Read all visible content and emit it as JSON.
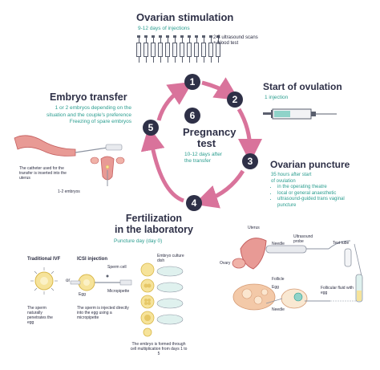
{
  "ovarian_stimulation": {
    "title": "Ovarian stimulation",
    "subtitle": "9-12 days of injections",
    "note_line1": "2-3 ultrasound scans",
    "note_line2": "+ blood test",
    "syringe_count": 12
  },
  "start_ovulation": {
    "title": "Start of ovulation",
    "subtitle": "1 injection"
  },
  "ovarian_puncture": {
    "title": "Ovarian puncture",
    "line1": "35 hours after start",
    "line2": "of ovulation",
    "bullets": [
      "in the operating theatre",
      "local or general anaesthetic",
      "ultrasound-guided trans vaginal puncture"
    ],
    "labels": {
      "uterus": "Uterus",
      "needle": "Needle",
      "ultrasound_probe": "Ultrasound probe",
      "test_tube": "Test tube",
      "ovary": "Ovary",
      "follicle": "Follicle",
      "egg": "Egg",
      "needle2": "Needle",
      "follicular_fluid": "Follicular fluid with egg"
    }
  },
  "fertilization": {
    "title_line1": "Fertilization",
    "title_line2": "in the laboratory",
    "subtitle": "Puncture day (day 0)",
    "traditional_ivf": "Traditional IVF",
    "or": "or",
    "icsi": "ICSI injection",
    "sperm_cell": "Sperm cell",
    "egg": "Egg",
    "micropipette": "Micropipette",
    "embryo_dish": "Embryo culture dish",
    "ivf_note": "The sperm naturally penetrates the egg",
    "icsi_note": "The sperm is injected directly into the egg using a micropipette",
    "embryo_note": "The embryo is formed through cell multiplication from days 1 to 5"
  },
  "embryo_transfer": {
    "title": "Embryo transfer",
    "line1": "1 or 2 embryos depending on the",
    "line2": "situation and the couple's preference",
    "line3": "Freezing of spare embryos",
    "catheter_note": "The catheter used for the transfer is inserted into the uterus",
    "embryos_label": "1-2 embryos"
  },
  "pregnancy_test": {
    "title_line1": "Pregnancy",
    "title_line2": "test",
    "sub_line1": "10-12 days after",
    "sub_line2": "the transfer"
  },
  "steps": [
    "1",
    "2",
    "3",
    "4",
    "5",
    "6"
  ],
  "colors": {
    "navy": "#2e3047",
    "teal": "#2a9d8f",
    "pink": "#d9739b",
    "tissue": "#e89a95"
  }
}
